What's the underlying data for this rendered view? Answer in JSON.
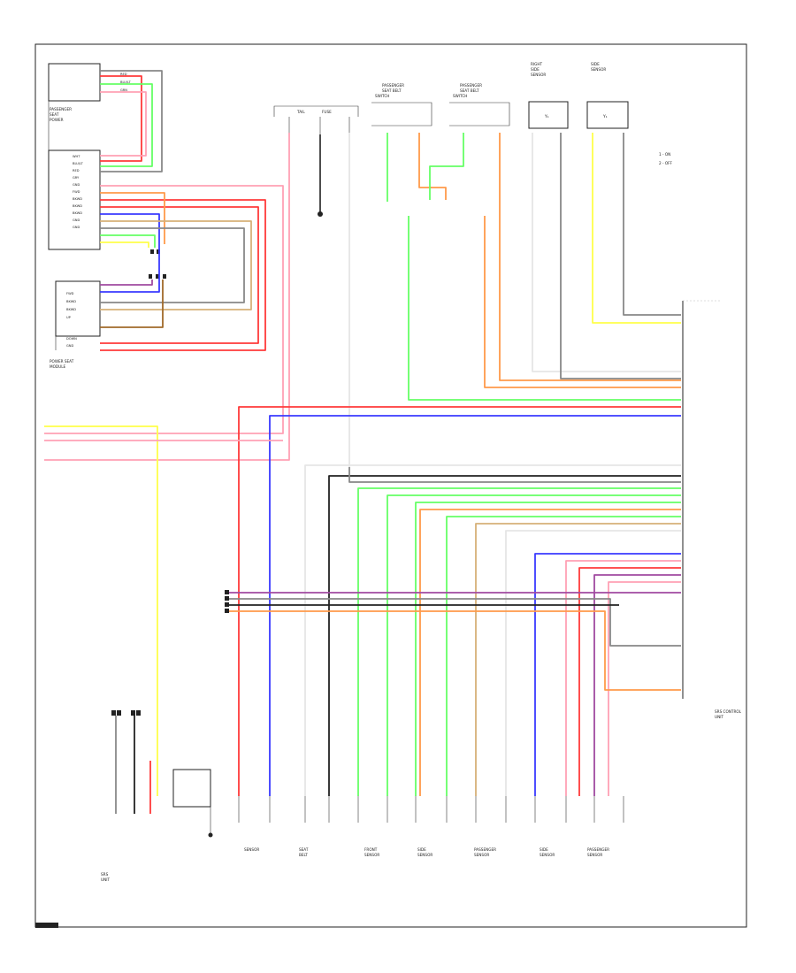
{
  "colors": {
    "red": "#ff3a3a",
    "pink": "#ffa0b4",
    "green": "#66ff66",
    "blue": "#3a3aff",
    "yellow": "#ffff4a",
    "orange": "#ff9a4a",
    "brown": "#a06a2a",
    "gray": "#888888",
    "black": "#222222",
    "violet": "#a04aa0",
    "tan": "#d6b078",
    "white": "#e6e6e6"
  },
  "left_top_box": {
    "rows_top": [
      "RED",
      "BLU/LT",
      "GRN"
    ],
    "rows_bottom": [
      "WHT",
      "BLU/LT",
      "RED",
      "GRY",
      "GND",
      "FWD",
      "BKWD",
      "BKWD",
      "BKWD",
      "GND",
      "GND"
    ],
    "caption": [
      "PASSENGER",
      "SEAT",
      "POWER"
    ]
  },
  "left_mid_box": {
    "rows": [
      "FWD",
      "BKWD",
      "BKWD",
      "UP",
      "DOWN",
      "GND"
    ],
    "caption": [
      "POWER SEAT",
      "MODULE"
    ]
  },
  "top_components": {
    "c1": [
      "TAIL",
      "FUSE"
    ],
    "c2": [
      "PASSENGER",
      "SEAT BELT",
      "SWITCH"
    ],
    "c3": [
      "PASSENGER",
      "SEAT BELT",
      "SWITCH"
    ],
    "c4": [
      "RIGHT",
      "SIDE",
      "SENSOR"
    ],
    "c5": [
      "SIDE",
      "SENSOR"
    ]
  },
  "legend": [
    "1 - ON",
    "2 - OFF"
  ],
  "right_module": {
    "caption": [
      "SRS CONTROL",
      "UNIT"
    ]
  },
  "bottom_components": {
    "c1": [
      "SRS",
      "UNIT"
    ],
    "c2": [
      "SENSOR"
    ],
    "c3": [
      "SEAT",
      "BELT"
    ],
    "c4": [
      "FRONT",
      "SENSOR"
    ],
    "c5": [
      "SIDE",
      "SENSOR"
    ],
    "c6": [
      "PASSENGER",
      "SENSOR"
    ],
    "c7": [
      "SIDE",
      "SENSOR"
    ],
    "c8": [
      "PASSENGER",
      "SENSOR"
    ]
  }
}
